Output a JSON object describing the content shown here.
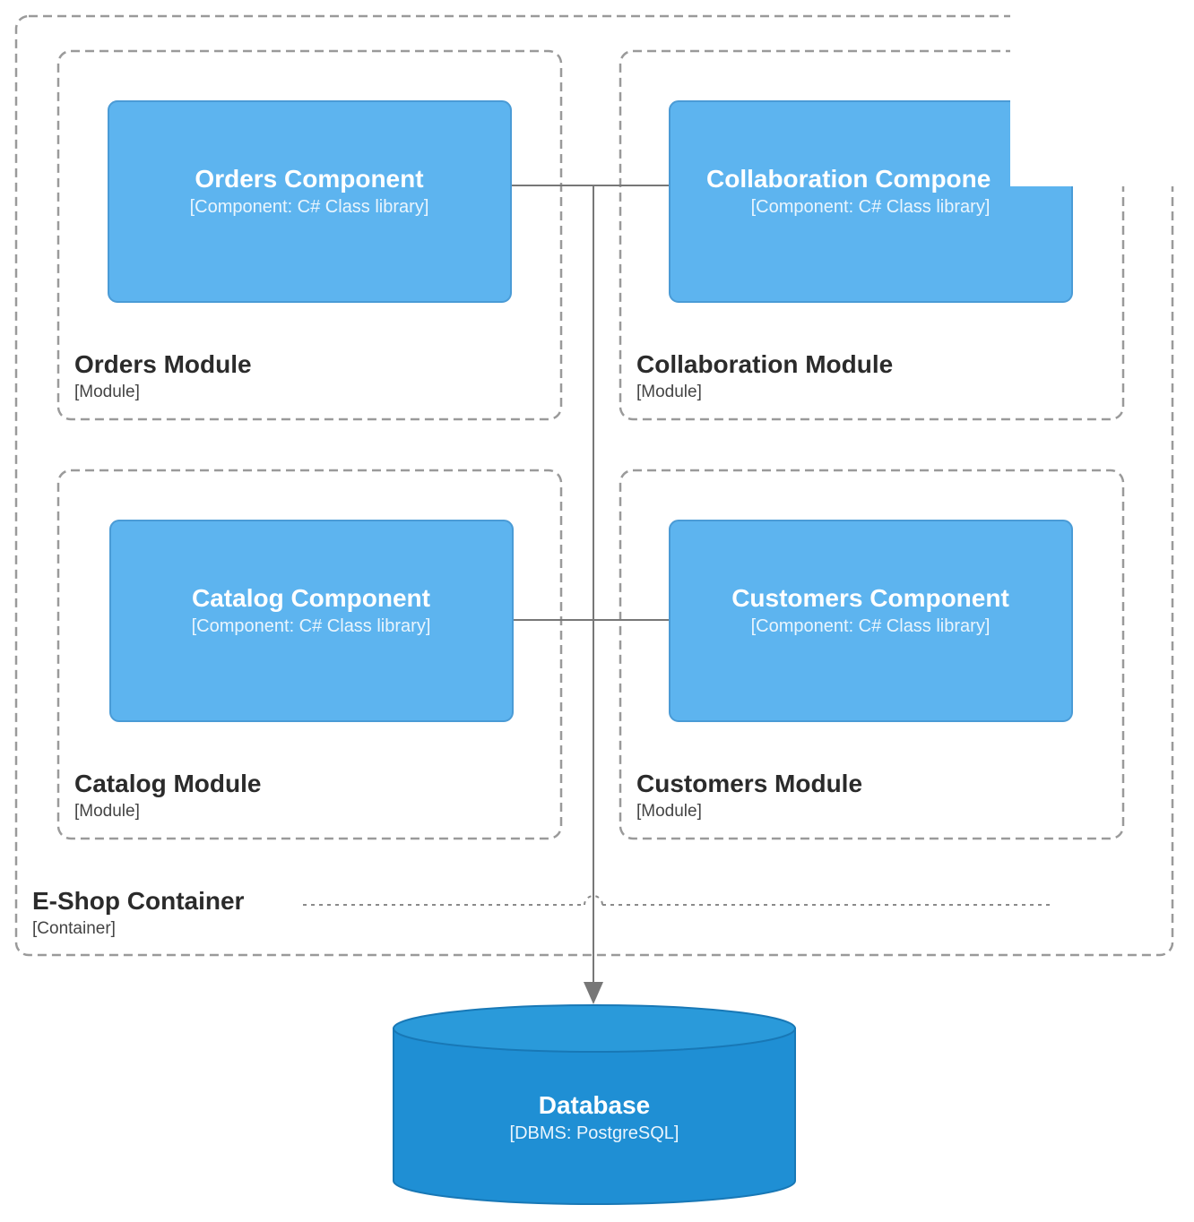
{
  "container": {
    "title": "E-Shop Container",
    "type": "[Container]"
  },
  "modules": [
    {
      "title": "Orders Module",
      "type": "[Module]",
      "component": {
        "title": "Orders Component",
        "type": "[Component: C# Class library]"
      }
    },
    {
      "title": "Collaboration Module",
      "type": "[Module]",
      "component": {
        "title": "Collaboration Compone",
        "type": "[Component: C# Class library]"
      }
    },
    {
      "title": "Catalog Module",
      "type": "[Module]",
      "component": {
        "title": "Catalog Component",
        "type": "[Component: C# Class library]"
      }
    },
    {
      "title": "Customers Module",
      "type": "[Module]",
      "component": {
        "title": "Customers Component",
        "type": "[Component: C# Class library]"
      }
    }
  ],
  "database": {
    "title": "Database",
    "type": "[DBMS: PostgreSQL]"
  },
  "colors": {
    "component_fill": "#5db4ef",
    "database_fill": "#1f8fd4",
    "boundary_stroke": "#9a9a9a"
  }
}
